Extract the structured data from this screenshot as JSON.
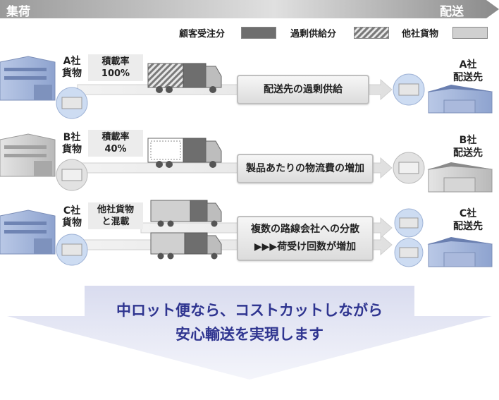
{
  "header": {
    "left_label": "集荷",
    "right_label": "配送"
  },
  "legend": [
    {
      "label": "顧客受注分",
      "style": "solid-dark"
    },
    {
      "label": "過剰供給分",
      "style": "hatched"
    },
    {
      "label": "他社貨物",
      "style": "solid-light"
    }
  ],
  "rows": [
    {
      "company": "A社\n貨物",
      "info": "積載率\n100%",
      "message": "配送先の過剰供給",
      "dest": "A社\n配送先"
    },
    {
      "company": "B社\n貨物",
      "info": "積載率\n40%",
      "message": "製品あたりの物流費の増加",
      "dest": "B社\n配送先"
    },
    {
      "company": "C社\n貨物",
      "info": "他社貨物\nと混載",
      "message_line1": "複数の路線会社への分散",
      "message_line2": "▶▶▶荷受け回数が増加",
      "dest": "C社\n配送先"
    }
  ],
  "conclusion": {
    "line1": "中ロット便なら、コストカットしながら",
    "line2": "安心輸送を実現します"
  },
  "colors": {
    "accent_text": "#2f3590",
    "header_gradient_start": "#9a9a9a",
    "warehouse_blue": "#9db2d8",
    "warehouse_gray": "#c9c9c9",
    "circle_blue": "#cddcf2"
  }
}
